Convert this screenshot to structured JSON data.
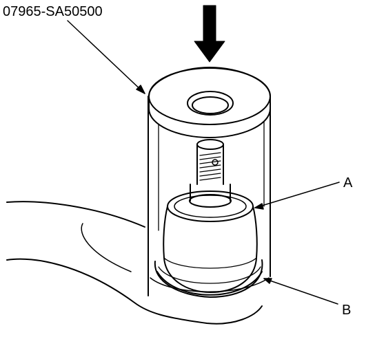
{
  "tool_number": "07965-SA50500",
  "callouts": {
    "a": "A",
    "b": "B"
  },
  "colors": {
    "line": "#000000",
    "fill": "#ffffff"
  }
}
